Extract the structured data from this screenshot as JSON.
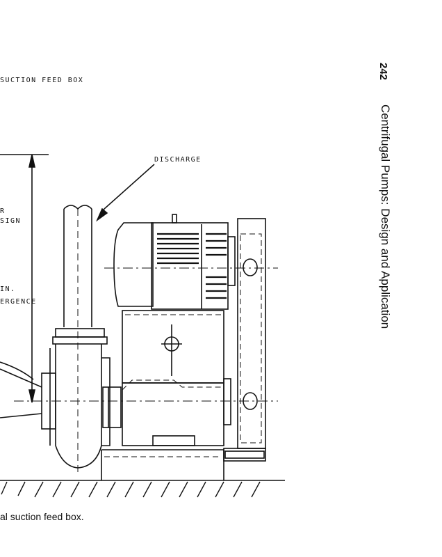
{
  "figure": {
    "title": "SUCTION FEED BOX",
    "labels": {
      "discharge": "DISCHARGE",
      "left_top_1": "R",
      "left_top_2": "SIGN",
      "left_mid_1": "IN.",
      "left_mid_2": "ERGENCE"
    },
    "caption": "al suction feed box."
  },
  "running_head": {
    "page_number": "242",
    "book_title": "Centrifugal Pumps: Design and Application"
  },
  "colors": {
    "ink": "#111111",
    "paper": "#ffffff"
  }
}
